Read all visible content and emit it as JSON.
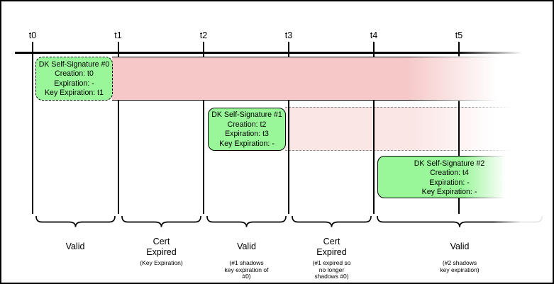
{
  "timeline": {
    "tick_labels": [
      "t0",
      "t1",
      "t2",
      "t3",
      "t4",
      "t5"
    ]
  },
  "signatures": [
    {
      "title": "DK Self-Signature #0",
      "details": [
        "Creation: t0",
        "Expiration: -",
        "Key Expiration: t1"
      ]
    },
    {
      "title": "DK Self-Signature #1",
      "details": [
        "Creation: t2",
        "Expiration: t3",
        "Key Expiration: -"
      ]
    },
    {
      "title": "DK Self-Signature #2",
      "details": [
        "Creation: t4",
        "Expiration: -",
        "Key Expiration: -"
      ]
    }
  ],
  "periods": [
    {
      "label": "Valid",
      "note": ""
    },
    {
      "label": "Cert\nExpired",
      "note": "(Key Expiration)"
    },
    {
      "label": "Valid",
      "note": "(#1 shadows\nkey expiration of\n#0)"
    },
    {
      "label": "Cert\nExpired",
      "note": "(#1 expired so\nno longer\nshadows #0)"
    },
    {
      "label": "Valid",
      "note": "(#2 shadows\nkey expiration)"
    }
  ],
  "colors": {
    "signature_fill": "#99f699",
    "expired_band_fill": "#f6c8c8",
    "shadow_band_fill": "#fbe6e6",
    "line_color": "#000000",
    "dashed_band_border": "#888888"
  }
}
